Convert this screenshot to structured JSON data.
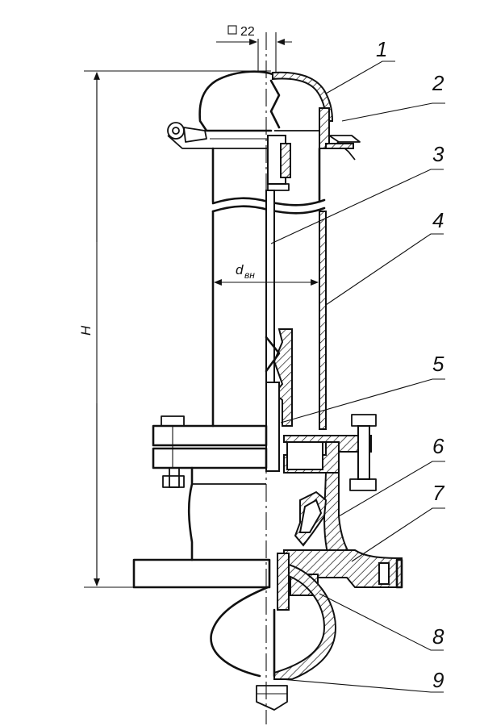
{
  "drawing": {
    "square_dimension": "22",
    "height_label": "H",
    "diameter_label": "d",
    "diameter_subscript": "вн",
    "callouts": [
      "1",
      "2",
      "3",
      "4",
      "5",
      "6",
      "7",
      "8",
      "9"
    ]
  }
}
